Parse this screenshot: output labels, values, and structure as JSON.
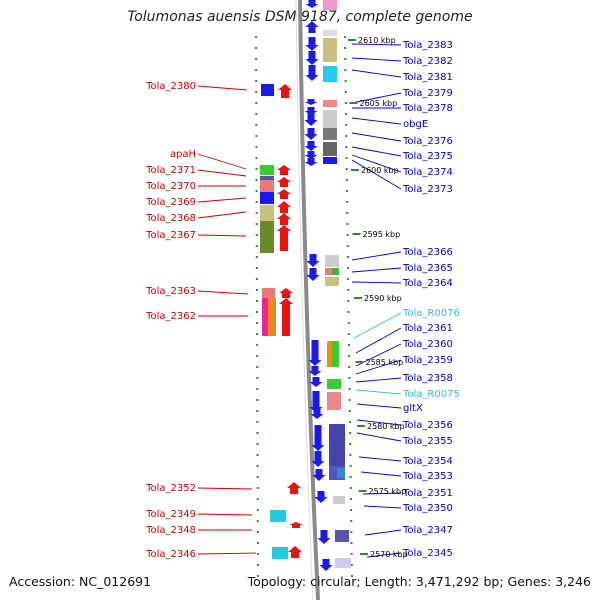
{
  "title": "Tolumonas auensis DSM 9187, complete genome",
  "footer": {
    "accession": "Accession: NC_012691",
    "topology": "Topology: circular; Length: 3,471,292 bp; Genes: 3,246"
  },
  "colors": {
    "minus_label": "#0000cc",
    "plus_label": "#cc0000",
    "rna_label": "#33bbdd"
  },
  "kbp_marks": [
    "2610 kbp",
    "2605 kbp",
    "2600 kbp",
    "2595 kbp",
    "2590 kbp",
    "2585 kbp",
    "2580 kbp",
    "2575 kbp",
    "2570 kbp"
  ],
  "left_labels": [
    "Tola_2380",
    "apaH",
    "Tola_2371",
    "Tola_2370",
    "Tola_2369",
    "Tola_2368",
    "Tola_2367",
    "Tola_2363",
    "Tola_2362",
    "Tola_2352",
    "Tola_2349",
    "Tola_2348",
    "Tola_2346"
  ],
  "right_labels": [
    {
      "text": "Tola_2383",
      "rna": false
    },
    {
      "text": "Tola_2382",
      "rna": false
    },
    {
      "text": "Tola_2381",
      "rna": false
    },
    {
      "text": "Tola_2379",
      "rna": false
    },
    {
      "text": "Tola_2378",
      "rna": false
    },
    {
      "text": "obgE",
      "rna": false
    },
    {
      "text": "Tola_2376",
      "rna": false
    },
    {
      "text": "Tola_2375",
      "rna": false
    },
    {
      "text": "Tola_2374",
      "rna": false
    },
    {
      "text": "Tola_2373",
      "rna": false
    },
    {
      "text": "Tola_2366",
      "rna": false
    },
    {
      "text": "Tola_2365",
      "rna": false
    },
    {
      "text": "Tola_2364",
      "rna": false
    },
    {
      "text": "Tola_R0076",
      "rna": true
    },
    {
      "text": "Tola_2361",
      "rna": false
    },
    {
      "text": "Tola_2360",
      "rna": false
    },
    {
      "text": "Tola_2359",
      "rna": false
    },
    {
      "text": "Tola_2358",
      "rna": false
    },
    {
      "text": "Tola_R0075",
      "rna": true
    },
    {
      "text": "gltX",
      "rna": false
    },
    {
      "text": "Tola_2356",
      "rna": false
    },
    {
      "text": "Tola_2355",
      "rna": false
    },
    {
      "text": "Tola_2354",
      "rna": false
    },
    {
      "text": "Tola_2353",
      "rna": false
    },
    {
      "text": "Tola_2351",
      "rna": false
    },
    {
      "text": "Tola_2350",
      "rna": false
    },
    {
      "text": "Tola_2347",
      "rna": false
    },
    {
      "text": "Tola_2345",
      "rna": false
    }
  ]
}
